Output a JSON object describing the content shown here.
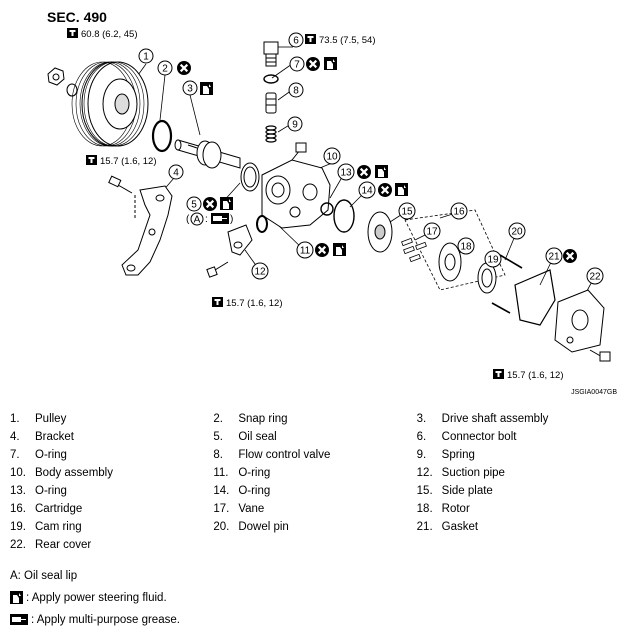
{
  "section": "SEC. 490",
  "callouts": [
    "1",
    "2",
    "3",
    "4",
    "5",
    "6",
    "7",
    "8",
    "9",
    "10",
    "11",
    "12",
    "13",
    "14",
    "15",
    "16",
    "17",
    "18",
    "19",
    "20",
    "21",
    "22"
  ],
  "torque": {
    "t1": "60.8 (6.2, 45)",
    "t2": "73.5 (7.5, 54)",
    "t3": "15.7 (1.6, 12)",
    "t4": "15.7 (1.6, 12)",
    "t5": "15.7 (1.6, 12)"
  },
  "marker_a": "A",
  "code": "JSGIA0047GB",
  "parts": [
    {
      "num": "1.",
      "name": "Pulley"
    },
    {
      "num": "2.",
      "name": "Snap ring"
    },
    {
      "num": "3.",
      "name": "Drive shaft assembly"
    },
    {
      "num": "4.",
      "name": "Bracket"
    },
    {
      "num": "5.",
      "name": "Oil seal"
    },
    {
      "num": "6.",
      "name": "Connector bolt"
    },
    {
      "num": "7.",
      "name": "O-ring"
    },
    {
      "num": "8.",
      "name": "Flow control valve"
    },
    {
      "num": "9.",
      "name": "Spring"
    },
    {
      "num": "10.",
      "name": "Body assembly"
    },
    {
      "num": "11.",
      "name": "O-ring"
    },
    {
      "num": "12.",
      "name": "Suction pipe"
    },
    {
      "num": "13.",
      "name": "O-ring"
    },
    {
      "num": "14.",
      "name": "O-ring"
    },
    {
      "num": "15.",
      "name": "Side plate"
    },
    {
      "num": "16.",
      "name": "Cartridge"
    },
    {
      "num": "17.",
      "name": "Vane"
    },
    {
      "num": "18.",
      "name": "Rotor"
    },
    {
      "num": "19.",
      "name": "Cam ring"
    },
    {
      "num": "20.",
      "name": "Dowel pin"
    },
    {
      "num": "21.",
      "name": "Gasket"
    },
    {
      "num": "22.",
      "name": "Rear cover"
    }
  ],
  "notes": {
    "a": "A: Oil seal lip",
    "fluid": ": Apply power steering fluid.",
    "grease": ": Apply multi-purpose grease."
  }
}
